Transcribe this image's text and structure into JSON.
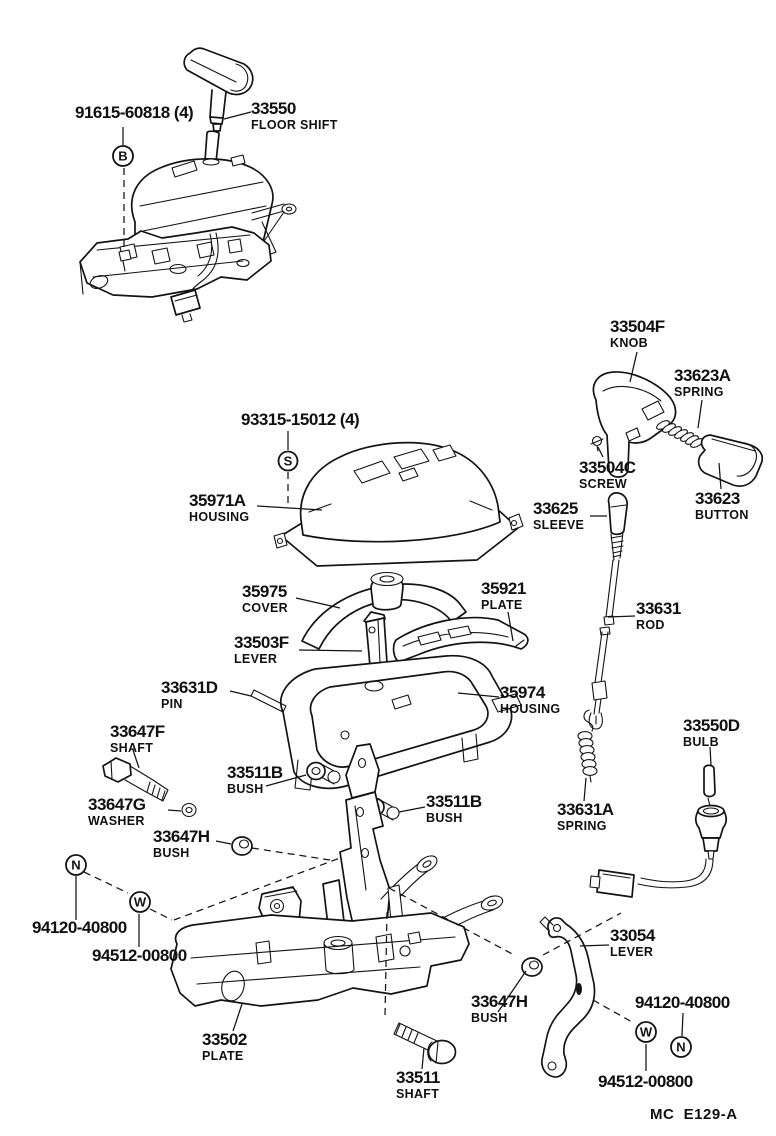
{
  "doc": {
    "code": "MC  E129-A"
  },
  "symbols": {
    "bolt": "B",
    "screw": "S",
    "nut": "N",
    "washer": "W"
  },
  "labels": {
    "bolt_set": {
      "number": "91615-60818 (4)",
      "desc": ""
    },
    "floor_shift": {
      "number": "33550",
      "desc": "FLOOR SHIFT"
    },
    "knob": {
      "number": "33504F",
      "desc": "KNOB"
    },
    "spring_button": {
      "number": "33623A",
      "desc": "SPRING"
    },
    "screw_set": {
      "number": "93315-15012 (4)",
      "desc": ""
    },
    "screw_knob": {
      "number": "33504C",
      "desc": "SCREW"
    },
    "button": {
      "number": "33623",
      "desc": "BUTTON"
    },
    "sleeve": {
      "number": "33625",
      "desc": "SLEEVE"
    },
    "upper_housing": {
      "number": "35971A",
      "desc": "HOUSING"
    },
    "cover": {
      "number": "35975",
      "desc": "COVER"
    },
    "plate_shift": {
      "number": "35921",
      "desc": "PLATE"
    },
    "lever_shift": {
      "number": "33503F",
      "desc": "LEVER"
    },
    "rod": {
      "number": "33631",
      "desc": "ROD"
    },
    "pin": {
      "number": "33631D",
      "desc": "PIN"
    },
    "lower_housing": {
      "number": "35974",
      "desc": "HOUSING"
    },
    "shaft_f": {
      "number": "33647F",
      "desc": "SHAFT"
    },
    "bush_b1": {
      "number": "33511B",
      "desc": "BUSH"
    },
    "washer_g": {
      "number": "33647G",
      "desc": "WASHER"
    },
    "bush_b2": {
      "number": "33511B",
      "desc": "BUSH"
    },
    "bush_h1": {
      "number": "33647H",
      "desc": "BUSH"
    },
    "spring_rod": {
      "number": "33631A",
      "desc": "SPRING"
    },
    "bulb": {
      "number": "33550D",
      "desc": "BULB"
    },
    "nut_left": {
      "number": "94120-40800",
      "desc": ""
    },
    "washer_left": {
      "number": "94512-00800",
      "desc": ""
    },
    "lever_33054": {
      "number": "33054",
      "desc": "LEVER"
    },
    "bush_h2": {
      "number": "33647H",
      "desc": "BUSH"
    },
    "nut_right": {
      "number": "94120-40800",
      "desc": ""
    },
    "washer_right": {
      "number": "94512-00800",
      "desc": ""
    },
    "plate_base": {
      "number": "33502",
      "desc": "PLATE"
    },
    "shaft_33511": {
      "number": "33511",
      "desc": "SHAFT"
    }
  },
  "colors": {
    "line": "#131313",
    "background": "#ffffff"
  }
}
